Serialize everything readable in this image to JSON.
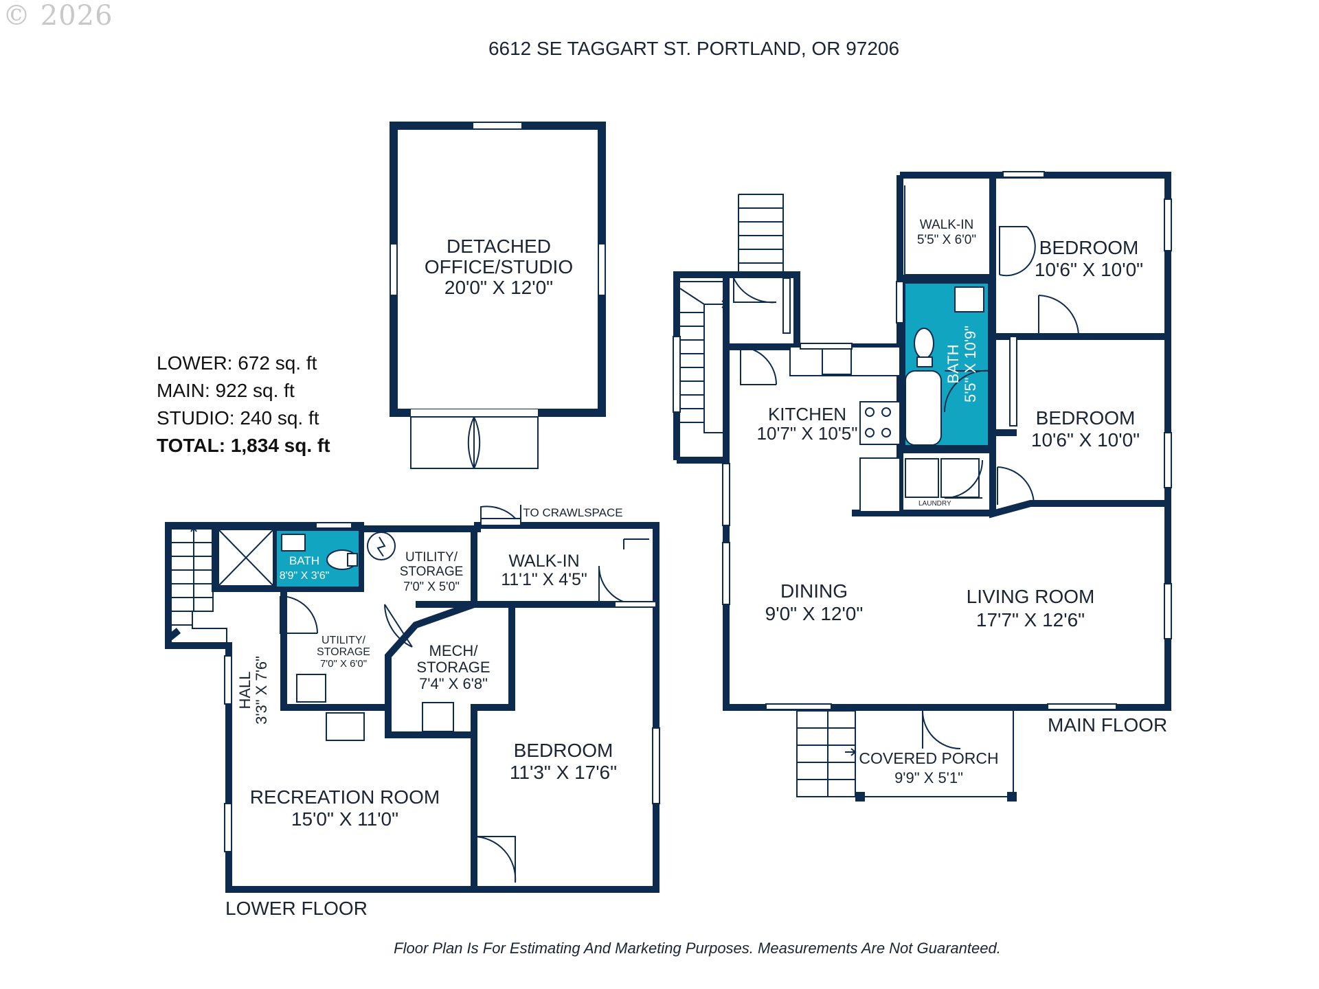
{
  "copyright": "© 2026",
  "address": "6612 SE TAGGART ST. PORTLAND, OR 97206",
  "disclaimer": "Floor Plan Is For Estimating And Marketing Purposes. Measurements Are Not Guaranteed.",
  "areas": {
    "lower": "LOWER: 672 sq. ft",
    "main": "MAIN: 922 sq. ft",
    "studio": "STUDIO: 240 sq. ft",
    "total": "TOTAL: 1,834 sq. ft"
  },
  "floor_labels": {
    "lower": "LOWER FLOOR",
    "main": "MAIN FLOOR"
  },
  "studio": {
    "name1": "DETACHED",
    "name2": "OFFICE/STUDIO",
    "dims": "20'0\" X 12'0\""
  },
  "lower_rooms": {
    "bath": {
      "name": "BATH",
      "dims": "8'9\" X 3'6\""
    },
    "utility1": {
      "name1": "UTILITY/",
      "name2": "STORAGE",
      "dims": "7'0\" X 5'0\""
    },
    "utility2": {
      "name1": "UTILITY/",
      "name2": "STORAGE",
      "dims": "7'0\" X 6'0\""
    },
    "walkin": {
      "name": "WALK-IN",
      "dims": "11'1\" X 4'5\""
    },
    "mech": {
      "name1": "MECH/",
      "name2": "STORAGE",
      "dims": "7'4\" X 6'8\""
    },
    "hall": {
      "name": "HALL",
      "dims": "3'3\" X 7'6\""
    },
    "bedroom": {
      "name": "BEDROOM",
      "dims": "11'3\" X 17'6\""
    },
    "recreation": {
      "name": "RECREATION ROOM",
      "dims": "15'0\" X 11'0\""
    },
    "crawlspace": "TO CRAWLSPACE"
  },
  "main_rooms": {
    "walkin": {
      "name": "WALK-IN",
      "dims": "5'5\" X 6'0\""
    },
    "bedroom1": {
      "name": "BEDROOM",
      "dims": "10'6\" X 10'0\""
    },
    "bedroom2": {
      "name": "BEDROOM",
      "dims": "10'6\" X 10'0\""
    },
    "bath": {
      "name": "BATH",
      "dims": "5'5\" X 10'9\""
    },
    "kitchen": {
      "name": "KITCHEN",
      "dims": "10'7\" X 10'5\""
    },
    "laundry": "LAUNDRY",
    "dining": {
      "name": "DINING",
      "dims": "9'0\" X 12'0\""
    },
    "living": {
      "name": "LIVING ROOM",
      "dims": "17'7\" X 12'6\""
    },
    "porch": {
      "name": "COVERED PORCH",
      "dims": "9'9\" X 5'1\""
    }
  },
  "colors": {
    "wall": "#0d2a4f",
    "bath_fill": "#12a5c2",
    "text": "#1a2433"
  }
}
